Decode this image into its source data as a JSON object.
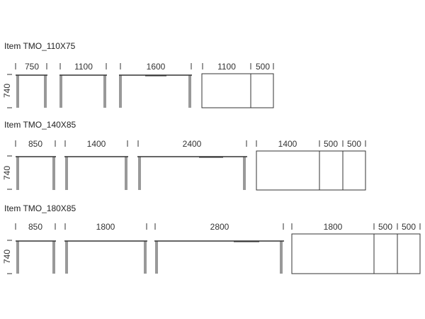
{
  "rows": [
    {
      "title": "Item TMO_110X75",
      "height_label": "740",
      "dims": [
        "750",
        "1100",
        "1600",
        "1100",
        "500"
      ]
    },
    {
      "title": "Item TMO_140X85",
      "height_label": "740",
      "dims": [
        "850",
        "1400",
        "2400",
        "1400",
        "500",
        "500"
      ]
    },
    {
      "title": "Item TMO_180X85",
      "height_label": "740",
      "dims": [
        "850",
        "1800",
        "2800",
        "1800",
        "500",
        "500"
      ]
    }
  ]
}
